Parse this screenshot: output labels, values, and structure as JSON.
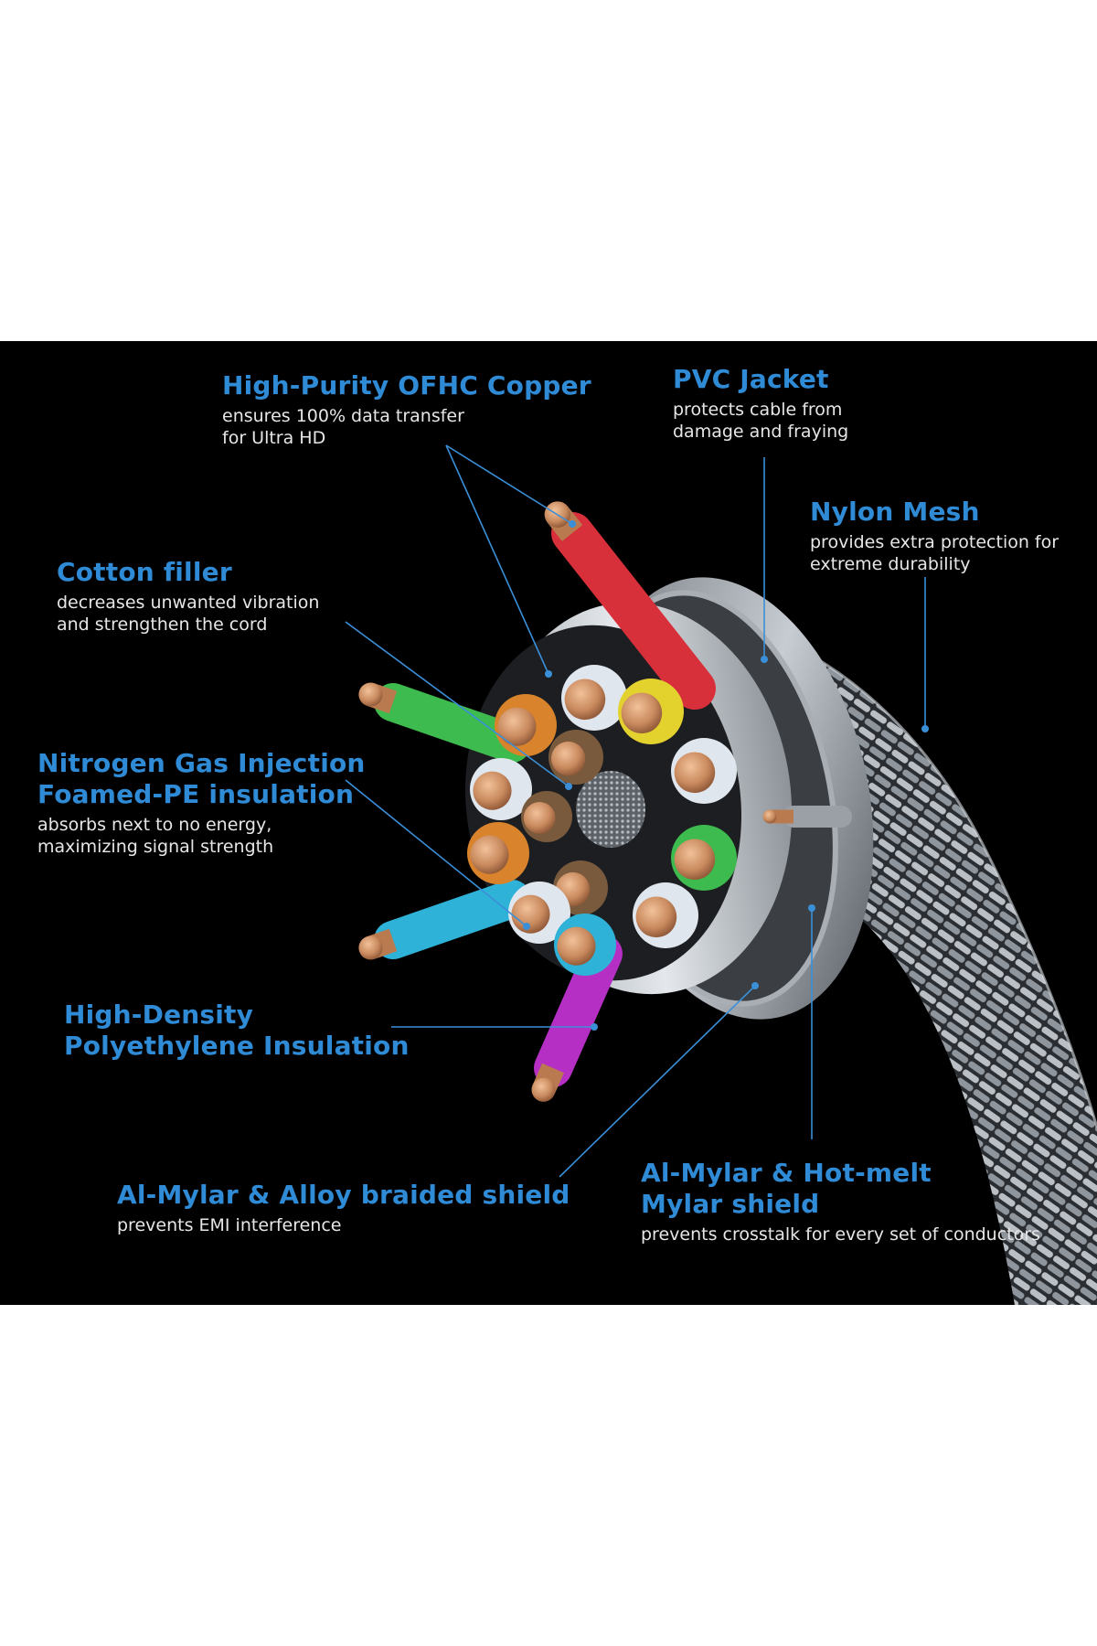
{
  "colors": {
    "background": "#000000",
    "page": "#ffffff",
    "title": "#2f8bd6",
    "description": "#e6e6e6",
    "leader_line": "#3a8fd8",
    "copper": "#c98a5e",
    "braid": "#9aa1a8"
  },
  "callouts": {
    "copper": {
      "title": "High-Purity OFHC Copper",
      "desc_line1": "ensures 100% data transfer",
      "desc_line2": "for Ultra HD"
    },
    "pvc": {
      "title": "PVC Jacket",
      "desc_line1": "protects cable from",
      "desc_line2": "damage and fraying"
    },
    "nylon": {
      "title": "Nylon Mesh",
      "desc_line1": "provides extra protection for",
      "desc_line2": "extreme durability"
    },
    "cotton": {
      "title": "Cotton filler",
      "desc_line1": "decreases unwanted vibration",
      "desc_line2": "and strengthen the cord"
    },
    "nitrogen": {
      "title_line1": "Nitrogen Gas Injection",
      "title_line2": "Foamed-PE insulation",
      "desc_line1": "absorbs next to no energy,",
      "desc_line2": "maximizing signal strength"
    },
    "hdpe": {
      "title_line1": "High-Density",
      "title_line2": "Polyethylene Insulation"
    },
    "alloy": {
      "title": "Al-Mylar & Alloy braided shield",
      "desc_line1": "prevents EMI interference"
    },
    "hotmelt": {
      "title_line1": "Al-Mylar & Hot-melt",
      "title_line2": "Mylar shield",
      "desc_line1": "prevents crosstalk for every set of conductors"
    }
  },
  "wires": [
    {
      "name": "wire-red",
      "color": "#d8303b"
    },
    {
      "name": "wire-green",
      "color": "#3dbb4e"
    },
    {
      "name": "wire-cyan",
      "color": "#2fb2d8"
    },
    {
      "name": "wire-magenta",
      "color": "#b62fc4"
    },
    {
      "name": "wire-yellow",
      "color": "#e3d12e"
    },
    {
      "name": "wire-orange",
      "color": "#d9842c"
    },
    {
      "name": "wire-white",
      "color": "#dfe6ee"
    }
  ]
}
